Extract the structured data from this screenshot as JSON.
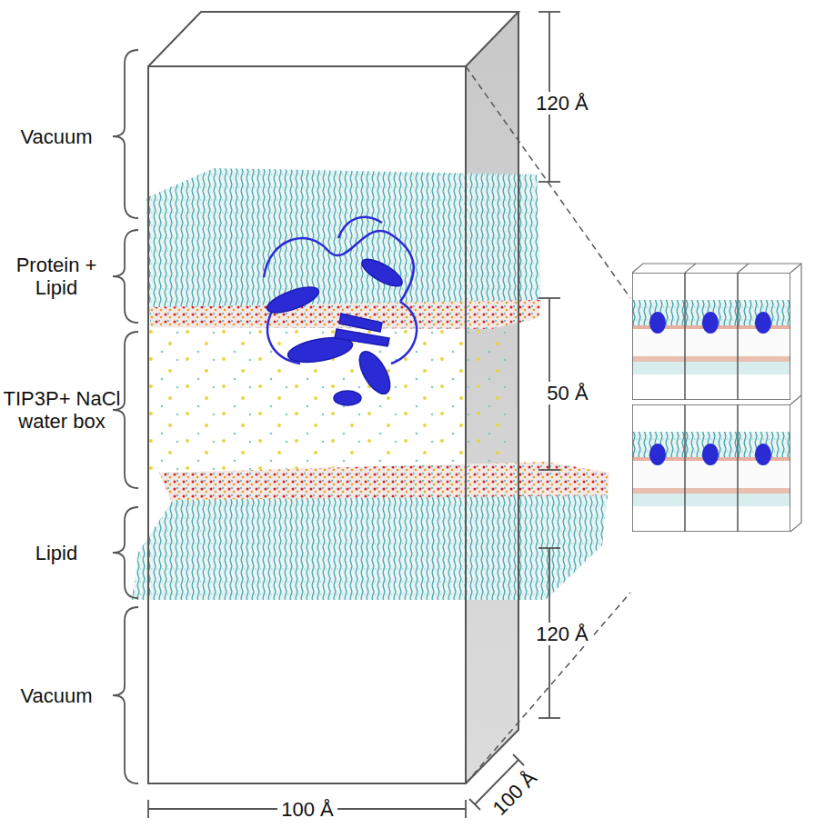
{
  "diagram": {
    "labels": [
      "Vacuum",
      "Protein + Lipid",
      "TIP3P+ NaCl water box",
      "Lipid",
      "Vacuum",
      "120 Å",
      "50 Å",
      "120 Å",
      "100 Å",
      "100 Å"
    ]
  }
}
